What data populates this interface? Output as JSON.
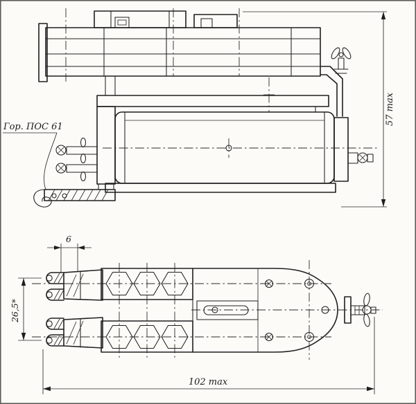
{
  "labels": {
    "solder_note": "Гор. ПОС 61",
    "dim_height": "57 max",
    "dim_width": "102 max",
    "dim_tab": "6",
    "dim_span": "26,5*"
  }
}
